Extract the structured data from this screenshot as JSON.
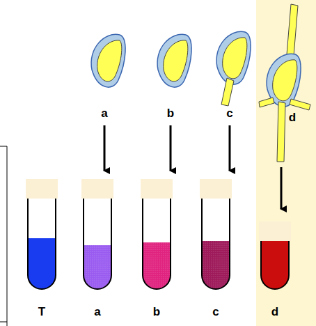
{
  "diagram": {
    "labels": [
      "a",
      "b",
      "c",
      "d",
      "T",
      "a",
      "b",
      "c",
      "d"
    ]
  }
}
